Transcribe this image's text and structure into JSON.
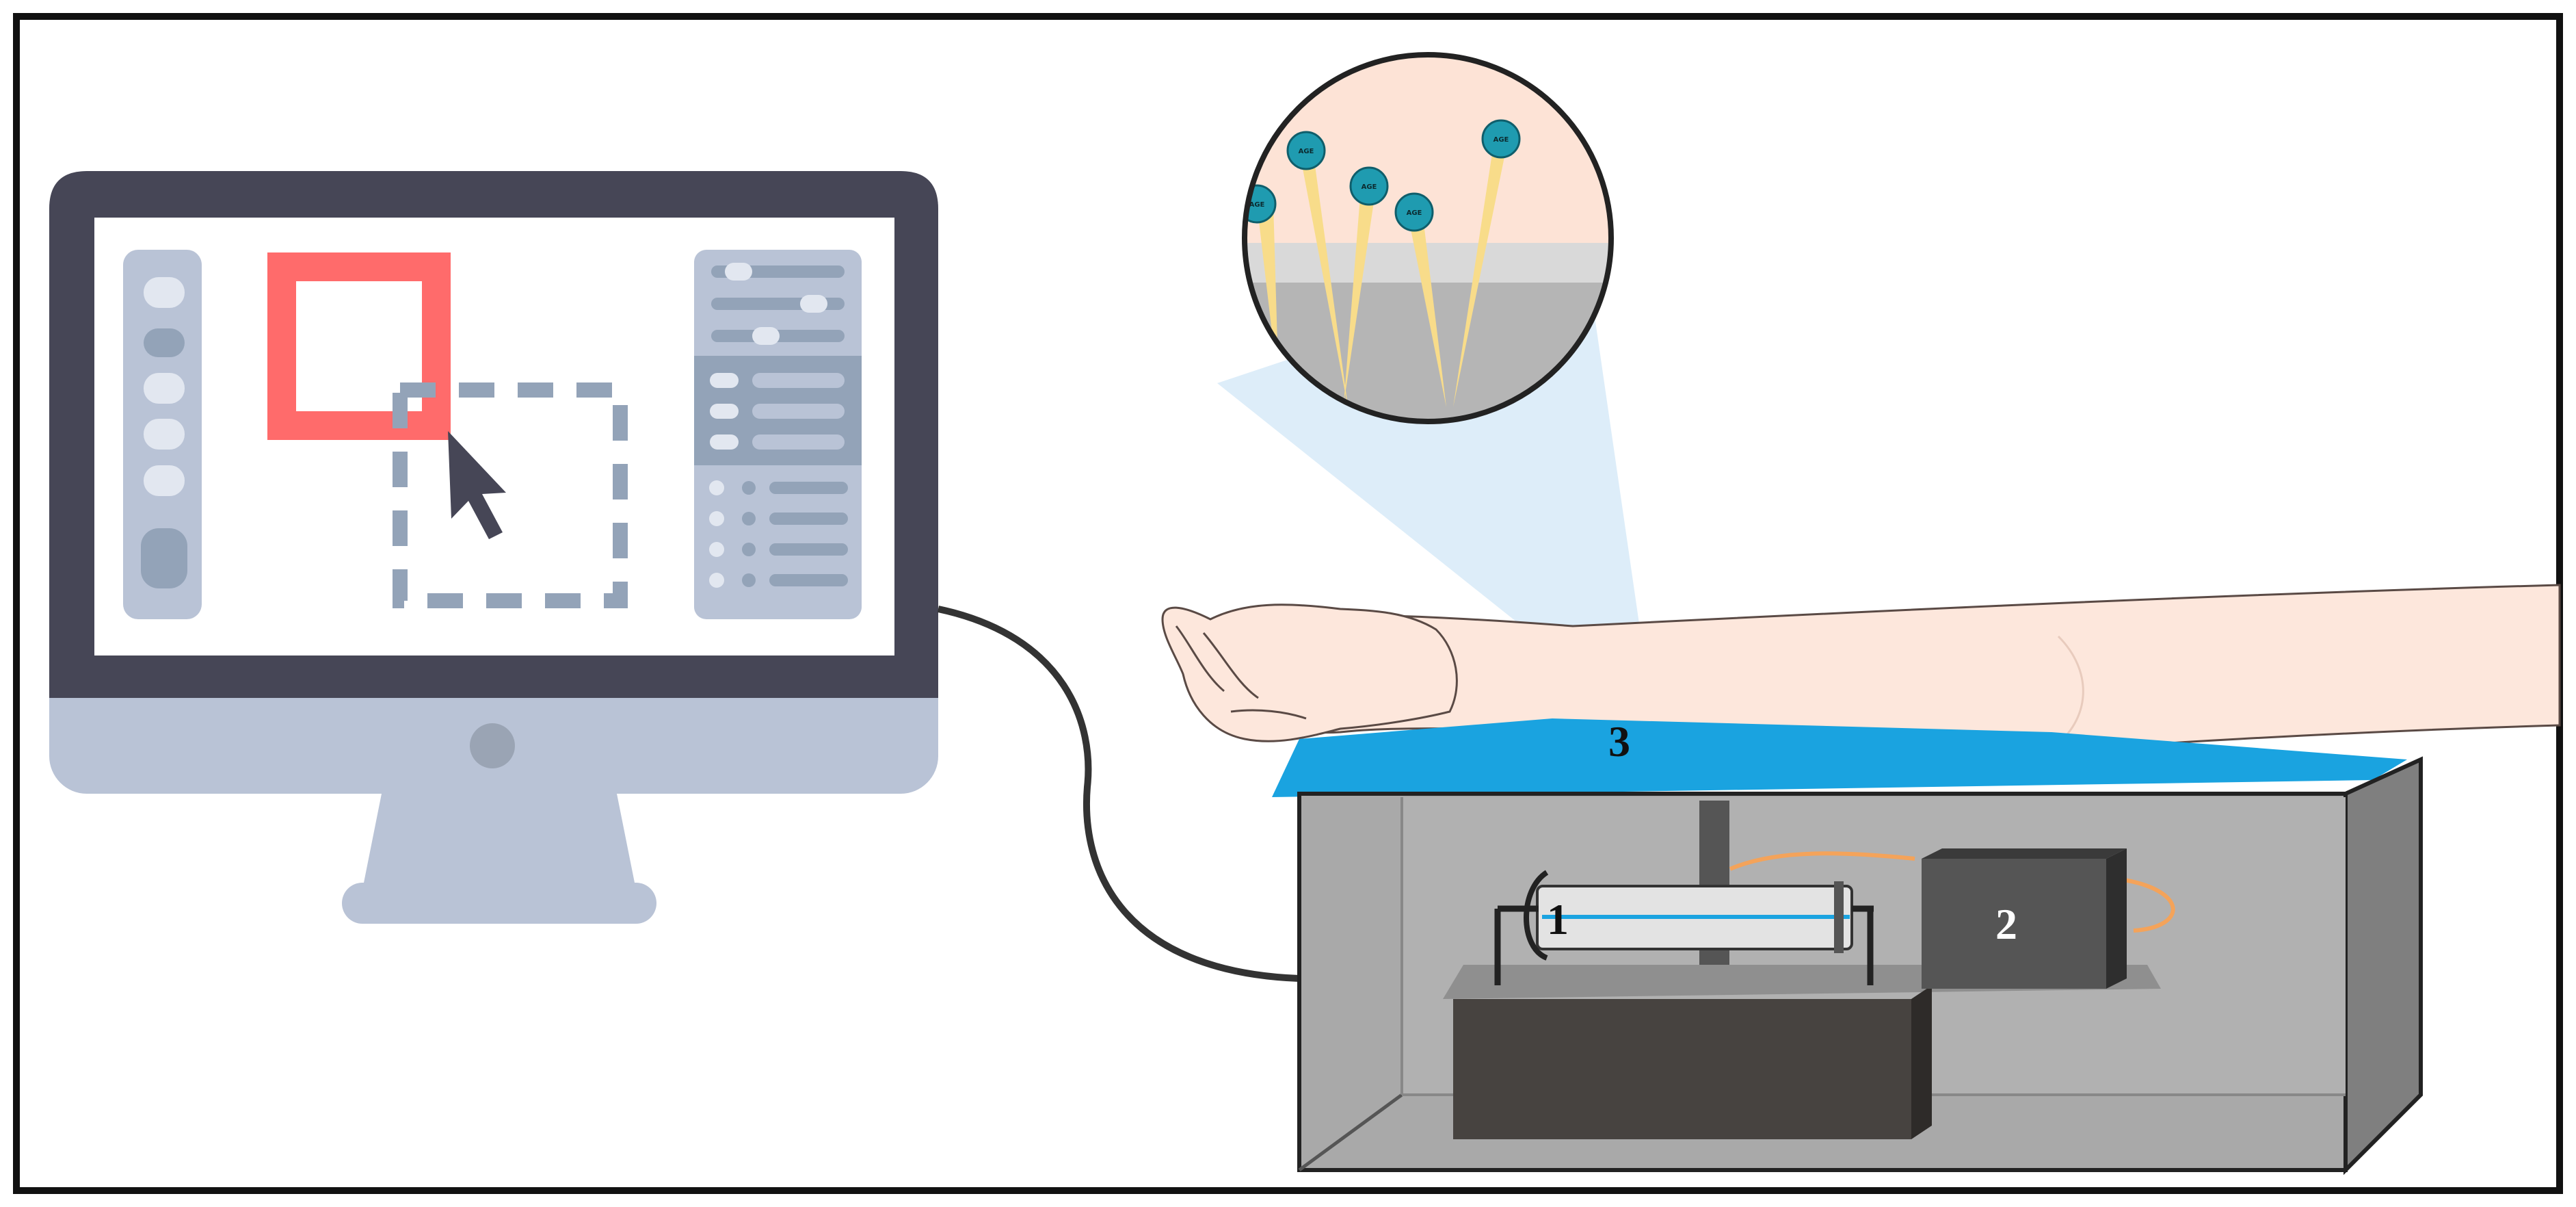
{
  "figure": {
    "labels": {
      "syringe": "1",
      "pump": "2",
      "contact_point": "3"
    },
    "magnifier_markers": [
      "AGE",
      "AGE",
      "AGE",
      "AGE",
      "AGE"
    ]
  },
  "colors": {
    "monitor_frame": "#464656",
    "monitor_body": "#b9c3d6",
    "selection_red": "#ff6b6b",
    "panel_gray": "#b9c3d6",
    "dashed_box": "#93a3b8",
    "pad_blue": "#1aa3e0",
    "box_gray": "#a9a9a9",
    "pump_dark": "#555555",
    "base_block": "#474340",
    "tube_orange": "#f4a35a",
    "skin": "#fde7dc",
    "needle_yellow": "#f8dc8a",
    "marker_teal": "#1f9bb0",
    "beam_blue": "#d7eaf8"
  }
}
